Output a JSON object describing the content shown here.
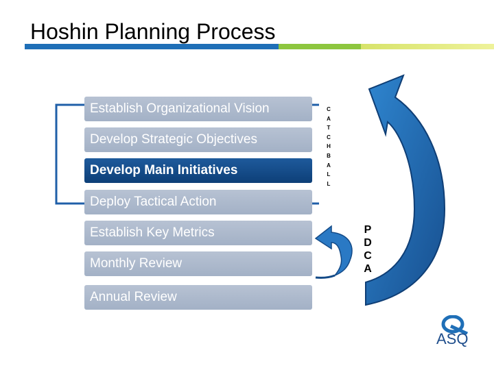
{
  "slide": {
    "title": "Hoshin Planning Process"
  },
  "steps": [
    {
      "label": "Establish Organizational Vision",
      "highlighted": false
    },
    {
      "label": "Develop Strategic Objectives",
      "highlighted": false
    },
    {
      "label": "Develop Main Initiatives",
      "highlighted": true
    },
    {
      "label": "Deploy Tactical Action",
      "highlighted": false
    },
    {
      "label": "Establish Key Metrics",
      "highlighted": false
    },
    {
      "label": "Monthly Review",
      "highlighted": false
    },
    {
      "label": "Annual Review",
      "highlighted": false
    }
  ],
  "side_labels": {
    "catchball": "C\nA\nT\nC\nH\nB\nA\nL\nL",
    "pdca": "P\nD\nC\nA"
  },
  "logo": {
    "text": "ASQ",
    "icon": "asq-logo-icon"
  },
  "colors": {
    "step_fill": "#a9b6c9",
    "highlight_fill": "#134a87",
    "arrow_blue": "#1f6fb7",
    "rule_blue": "#1f6fb7",
    "rule_green": "#8dc63f",
    "rule_yellow": "#e4ec7f"
  }
}
